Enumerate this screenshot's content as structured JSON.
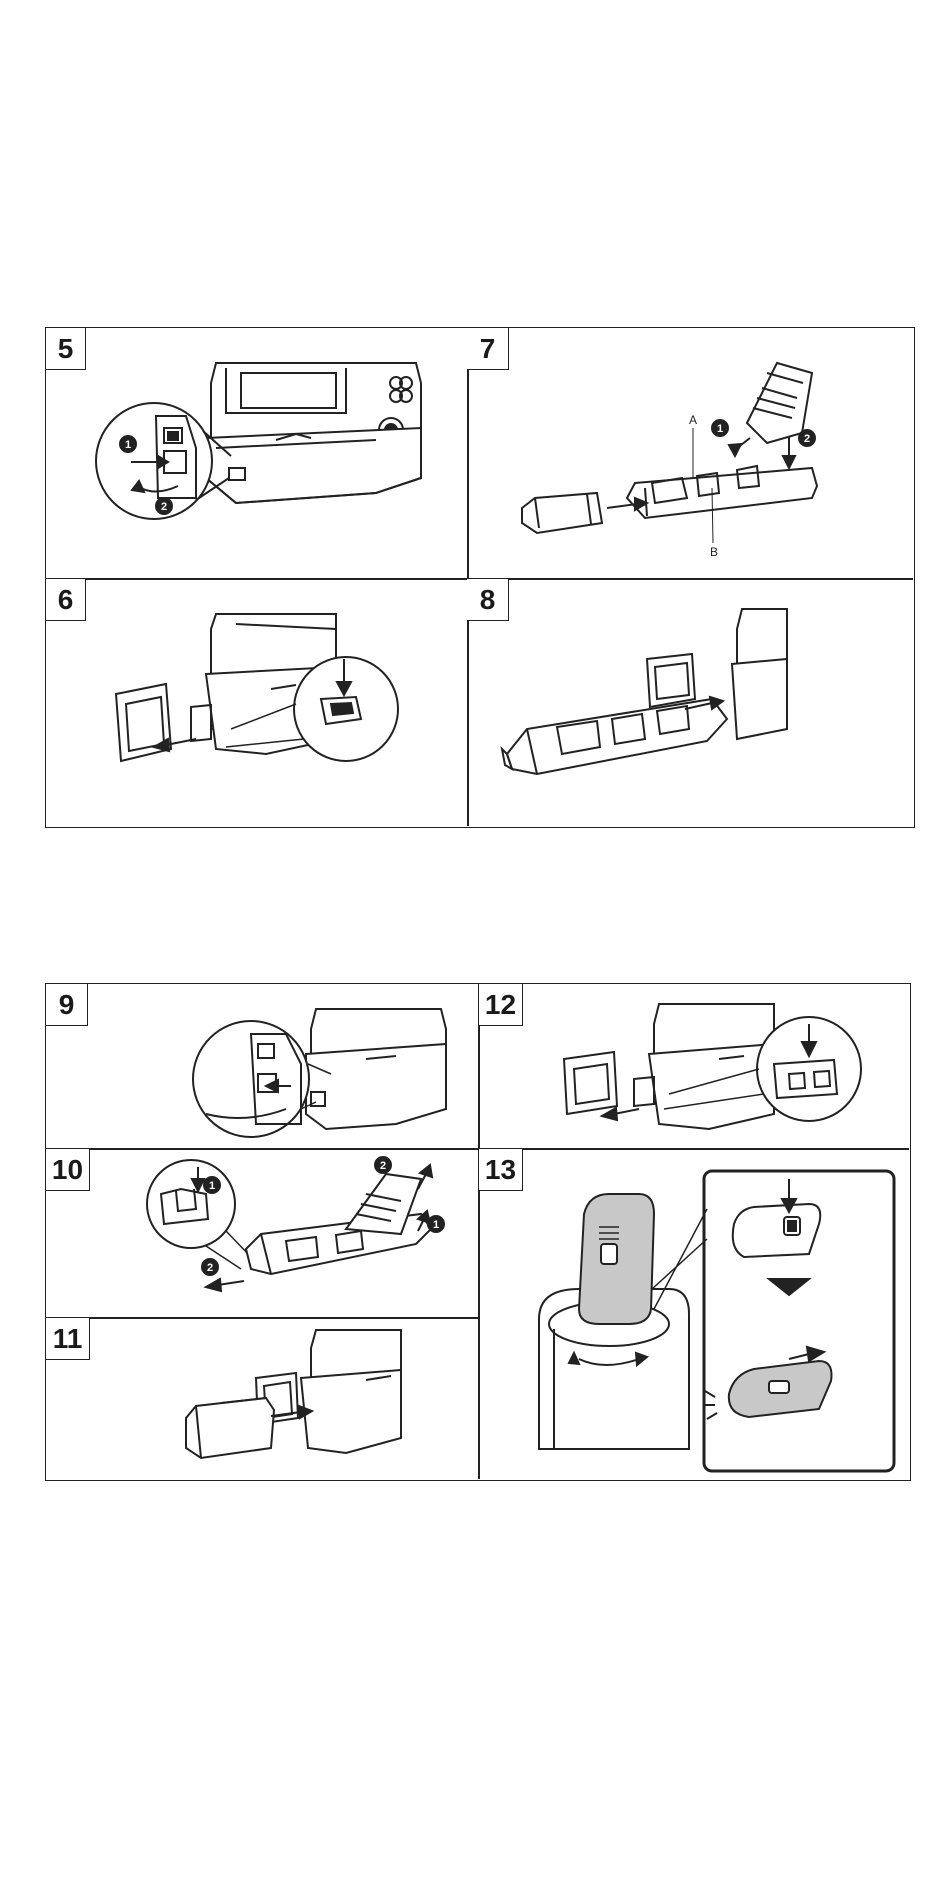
{
  "steps": {
    "s5": "5",
    "s6": "6",
    "s7": "7",
    "s8": "8",
    "s9": "9",
    "s10": "10",
    "s11": "11",
    "s12": "12",
    "s13": "13"
  },
  "step7_labels": {
    "a": "A",
    "b": "B"
  },
  "badges": {
    "one": "1",
    "two": "2"
  },
  "icons": [
    "arrow-icon",
    "circled-number-icon",
    "camera-grip",
    "battery-holder",
    "battery-pack"
  ]
}
